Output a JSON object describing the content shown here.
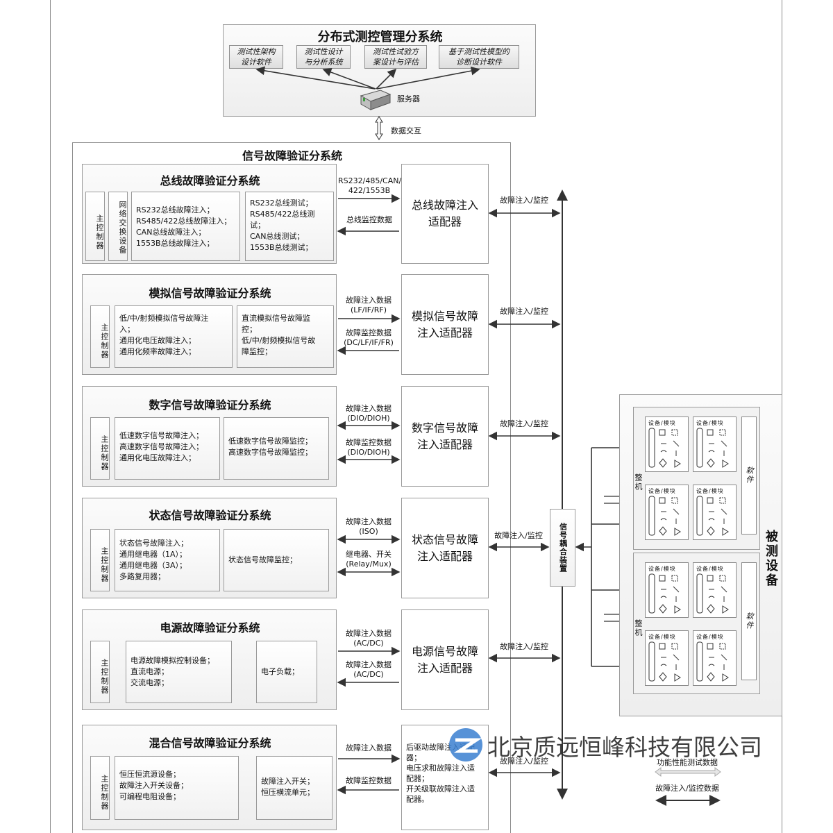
{
  "top": {
    "title": "分布式测控管理分系统",
    "software": [
      "测试性架构\n设计软件",
      "测试性设计\n与分析系统",
      "测试性试验方\n案设计与评估",
      "基于测试性模型的\n诊断设计软件"
    ],
    "server_label": "服务器",
    "exchange_label": "数据交互"
  },
  "signal_title": "信号故障验证分系统",
  "bus": {
    "title": "总线故障验证分系统",
    "controller": "主控制器",
    "switch": "网络交换设备",
    "inject": "RS232总线故障注入；\nRS485/422总线故障注入；\nCAN总线故障注入；\n1553B总线故障注入；",
    "monitor": "RS232总线测试；\nRS485/422总线测\n试；\nCAN总线测试；\n1553B总线测试；",
    "arrow_top": "RS232/485/CAN/\n422/1553B",
    "arrow_bottom": "总线监控数据",
    "adapter": "总线故障注入\n适配器"
  },
  "analog": {
    "title": "模拟信号故障验证分系统",
    "controller": "主控制器",
    "inject": "低/中/射频模拟信号故障注\n入；\n通用化电压故障注入；\n通用化频率故障注入；",
    "monitor": "直流模拟信号故障监\n控；\n低/中/射频模拟信号故\n障监控；",
    "arrow_top": "故障注入数据\n(LF/IF/RF)",
    "arrow_bottom": "故障监控数据\n(DC/LF/IF/FR)",
    "adapter": "模拟信号故障\n注入适配器"
  },
  "digital": {
    "title": "数字信号故障验证分系统",
    "controller": "主控制器",
    "inject": "低速数字信号故障注入；\n高速数字信号故障注入；\n通用化电压故障注入；",
    "monitor": "低速数字信号故障监控；\n高速数字信号故障监控；",
    "arrow_top": "故障注入数据\n(DIO/DIOH)",
    "arrow_bottom": "故障监控数据\n(DIO/DIOH)",
    "adapter": "数字信号故障\n注入适配器"
  },
  "status": {
    "title": "状态信号故障验证分系统",
    "controller": "主控制器",
    "inject": "状态信号故障注入；\n通用继电器（1A）；\n通用继电器（3A）；\n多路复用器；",
    "monitor": "状态信号故障监控；",
    "arrow_top": "故障注入数据\n(ISO)",
    "arrow_bottom": "继电器、开关\n(Relay/Mux)",
    "adapter": "状态信号故障\n注入适配器"
  },
  "power": {
    "title": "电源故障验证分系统",
    "controller": "主控制器",
    "inject": "电源故障模拟控制设备；\n直流电源；\n交流电源；",
    "monitor": "电子负载；",
    "arrow_top": "故障注入数据\n(AC/DC)",
    "arrow_bottom": "故障注入数据\n(AC/DC)",
    "adapter": "电源信号故障\n注入适配器"
  },
  "mixed": {
    "title": "混合信号故障验证分系统",
    "controller": "主控制器",
    "inject": "恒压恒流源设备；\n故障注入开关设备；\n可编程电阻设备；",
    "monitor": "故障注入开关；\n恒压横流单元；",
    "arrow_top": "故障注入数据",
    "arrow_bottom": "故障监控数据",
    "adapter": "后驱动故障注入适配\n器；\n电压求和故障注入适\n配器；\n开关级联故障注入适\n配器。"
  },
  "bus_link_label": "故障注入/监控",
  "coupler": "信号耦合装置",
  "coupler_link_label": "故障注入/监控",
  "dut": {
    "title": "被测设备",
    "machine": "整机",
    "software": "软件",
    "module": "设备/模块",
    "ellipsis": "…"
  },
  "legend": {
    "functional": "功能性能测试数据",
    "fault": "故障注入/监控数据"
  },
  "watermark": "北京质远恒峰科技有限公司",
  "colors": {
    "line": "#333333",
    "light_arrow": "#cfcfcf",
    "logo": "#3a7fd0"
  }
}
